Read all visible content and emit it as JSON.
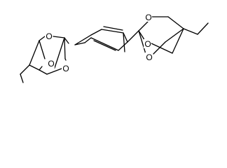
{
  "molecule": {
    "atom_labels": {
      "o_left_top": "O",
      "o_left_bottom_a": "O",
      "o_left_bottom_b": "O",
      "o_right_top": "O",
      "o_right_bottom_a": "O",
      "o_right_bottom_b": "O"
    },
    "bond_color": "#000000",
    "background_color": "#ffffff"
  }
}
